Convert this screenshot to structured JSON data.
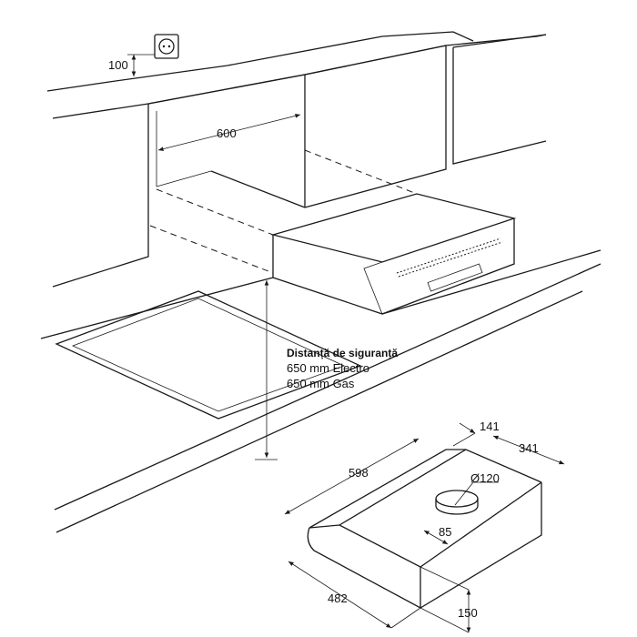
{
  "top_view": {
    "socket_height": "100",
    "cabinet_gap": "600",
    "safety_title": "Distanță de siguranță",
    "safety_electro": "650 mm Electro",
    "safety_gas": "650 mm Gas"
  },
  "hood_dimensions": {
    "depth_top": "141",
    "depth": "341",
    "width": "598",
    "duct_diameter": "Ø120",
    "duct_offset": "85",
    "width_bottom": "482",
    "height": "150"
  }
}
